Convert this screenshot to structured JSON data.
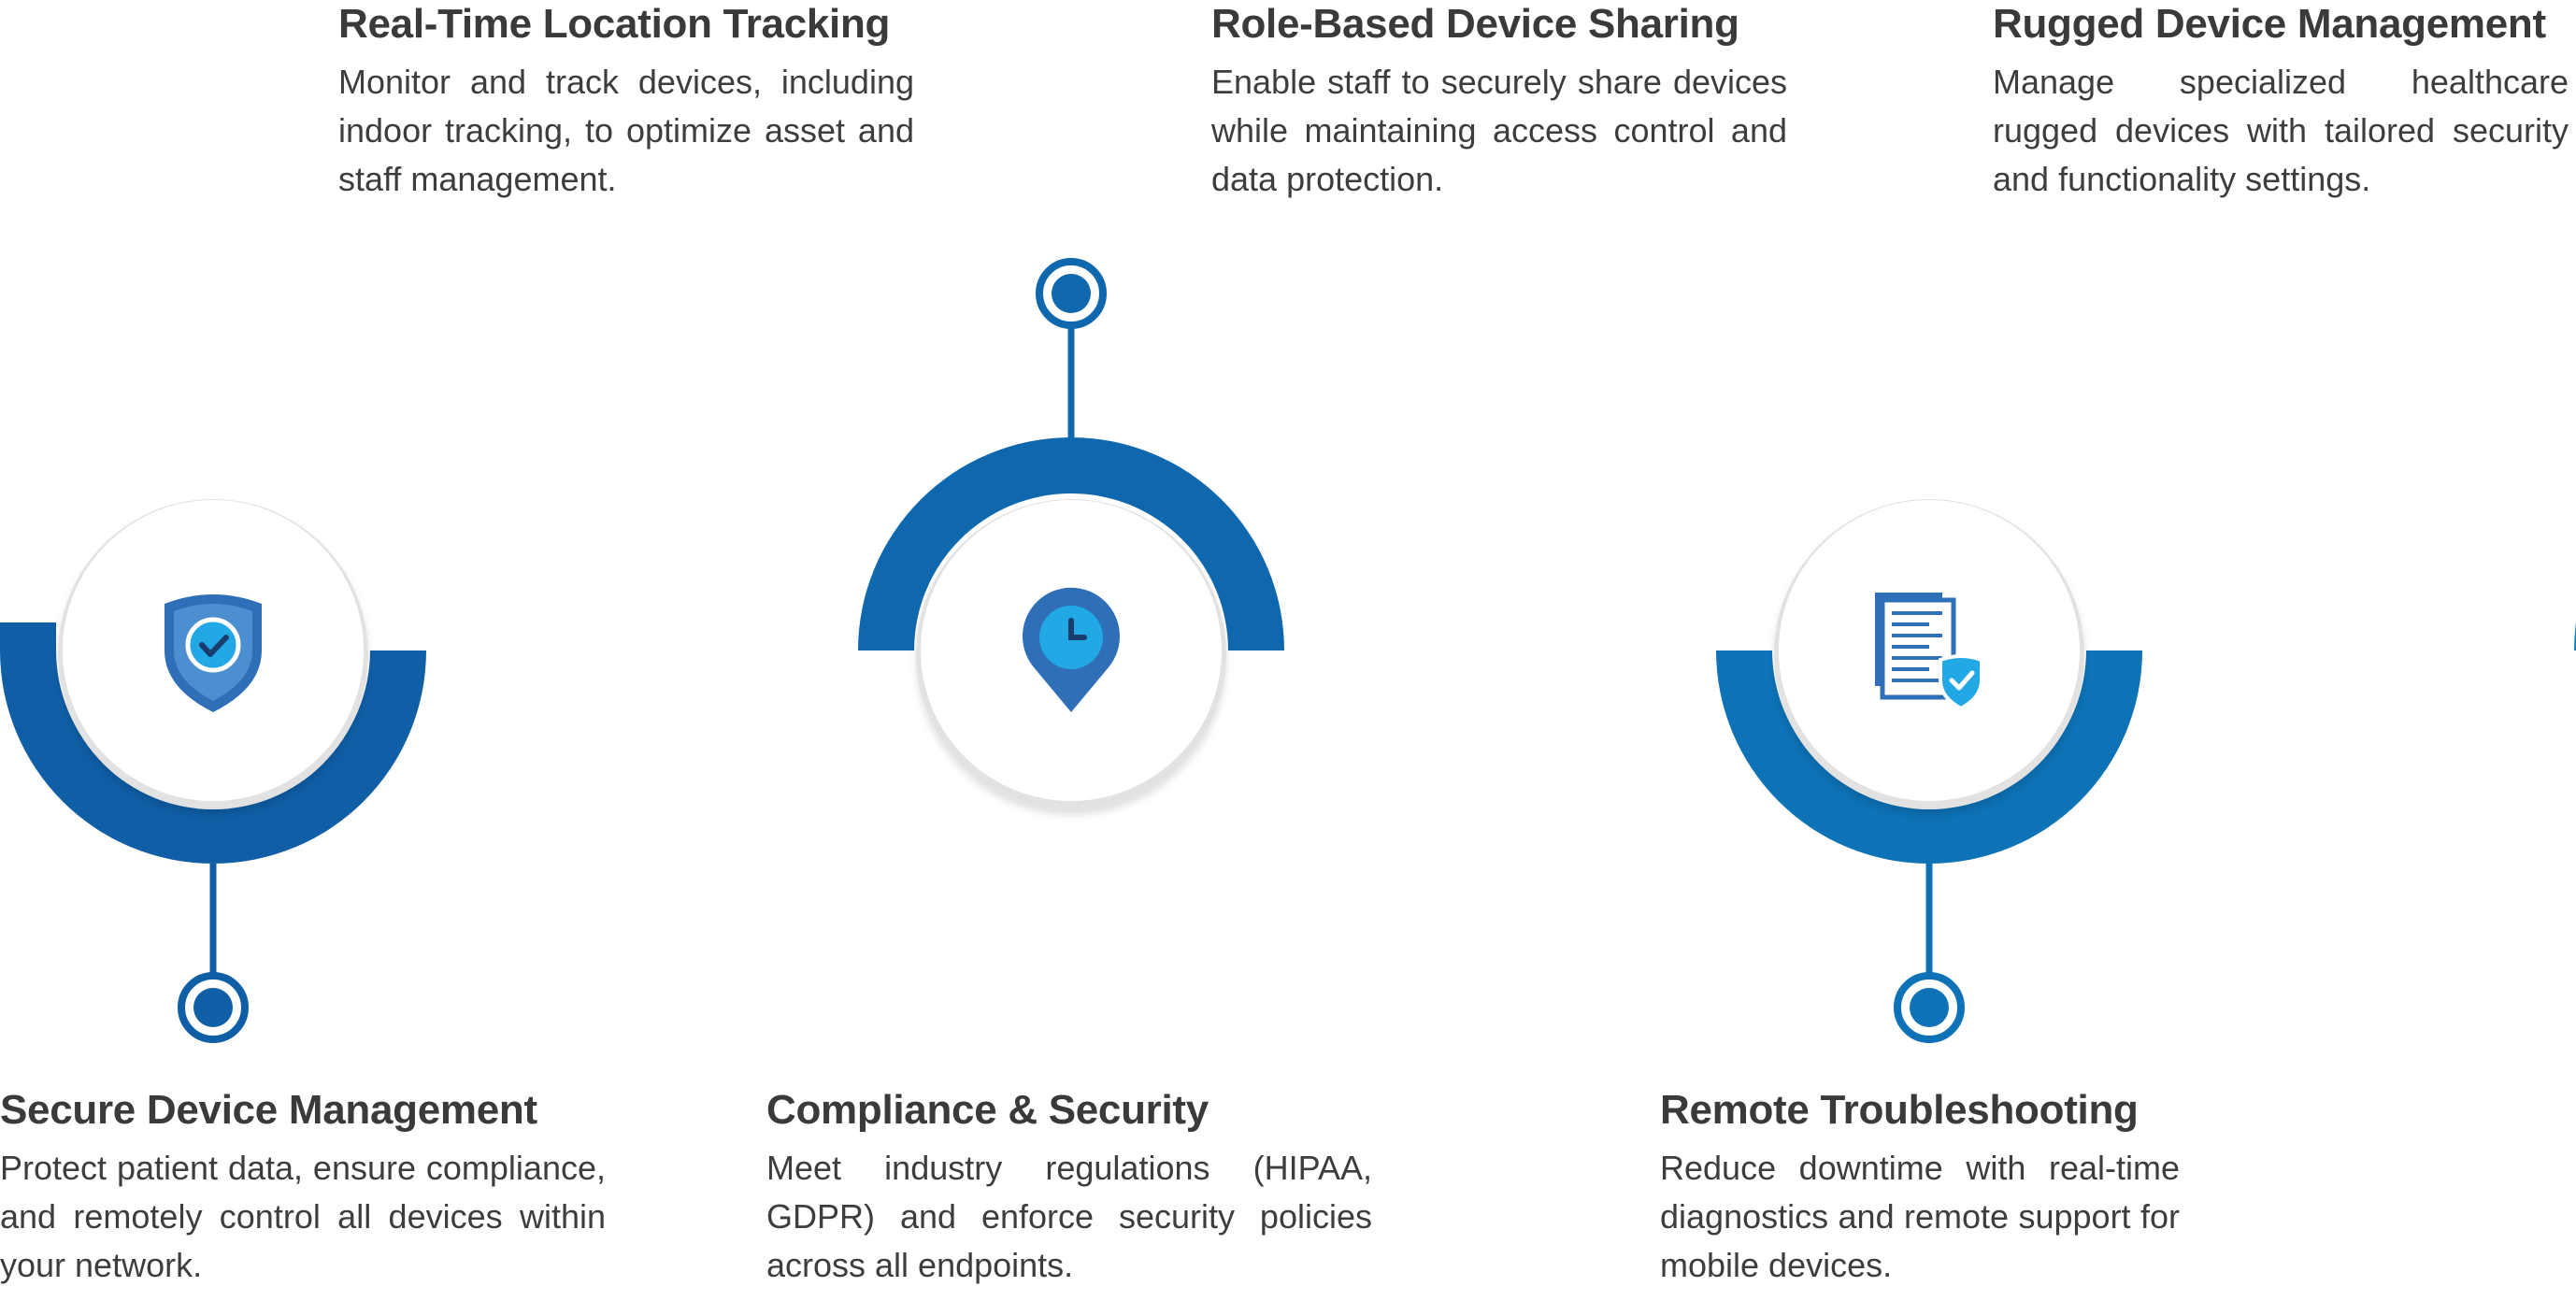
{
  "colors": {
    "step_1": "#0f5ea6",
    "step_2": "#0f67ad",
    "step_3": "#0d72b6",
    "step_4": "#0b83c3",
    "step_5": "#0a97d3",
    "step_6": "#0cabe6",
    "icon": "#2f6fb7",
    "icon_light": "#21a8e5",
    "white_circle": "#ffffff",
    "circle_shadow": "#e2e2e2",
    "text": "#3a3a3a"
  },
  "steps": [
    {
      "title": "Secure Device Management",
      "description": "Protect patient data, ensure compliance, and remotely control all devices within your network.",
      "icon": "shield-check-icon",
      "position": "bottom"
    },
    {
      "title": "Real-Time Location Tracking",
      "description": "Monitor and track devices, including indoor tracking, to optimize asset and staff management.",
      "icon": "location-clock-icon",
      "position": "top"
    },
    {
      "title": "Compliance & Security",
      "description": "Meet industry regulations (HIPAA, GDPR) and enforce security policies across all endpoints.",
      "icon": "document-shield-icon",
      "position": "bottom"
    },
    {
      "title": "Role-Based Device Sharing",
      "description": "Enable staff to securely share devices while maintaining access control and data protection.",
      "icon": "laptop-gear-icon",
      "position": "top"
    },
    {
      "title": "Remote Troubleshooting",
      "description": "Reduce downtime with real-time diagnostics and remote support for mobile devices.",
      "icon": "wifi-gear-icon",
      "position": "bottom"
    },
    {
      "title": "Rugged Device Management",
      "description": "Manage specialized healthcare rugged devices with tailored security and functionality settings.",
      "icon": "tablet-gear-icon",
      "position": "top"
    }
  ]
}
